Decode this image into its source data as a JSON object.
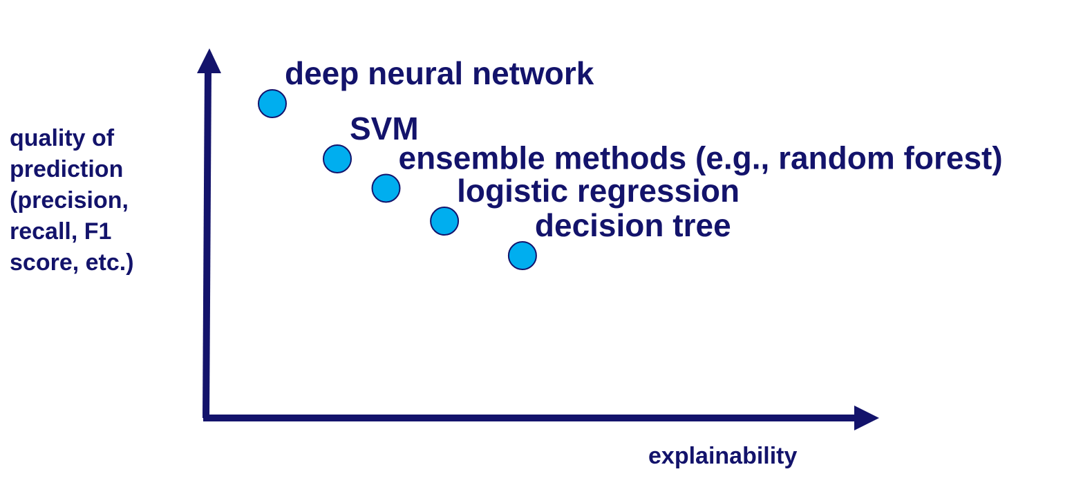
{
  "chart_data": {
    "type": "scatter",
    "xlabel": "explainability",
    "ylabel_lines": [
      "quality of",
      "prediction",
      "(precision,",
      "recall, F1",
      "score, etc.)"
    ],
    "grid": false,
    "legend": "none",
    "points": [
      {
        "label": "deep neural network",
        "x": 1.0,
        "y": 9.0
      },
      {
        "label": "SVM",
        "x": 2.0,
        "y": 7.4
      },
      {
        "label": "ensemble methods (e.g., random forest)",
        "x": 2.75,
        "y": 6.55
      },
      {
        "label": "logistic regression",
        "x": 3.65,
        "y": 5.6
      },
      {
        "label": "decision tree",
        "x": 4.85,
        "y": 4.6
      }
    ],
    "xlim": [
      0,
      10
    ],
    "ylim": [
      0,
      10
    ],
    "colors": {
      "axis": "#13136b",
      "text": "#13136b",
      "marker_fill": "#00aeef",
      "marker_stroke": "#13136b"
    }
  }
}
